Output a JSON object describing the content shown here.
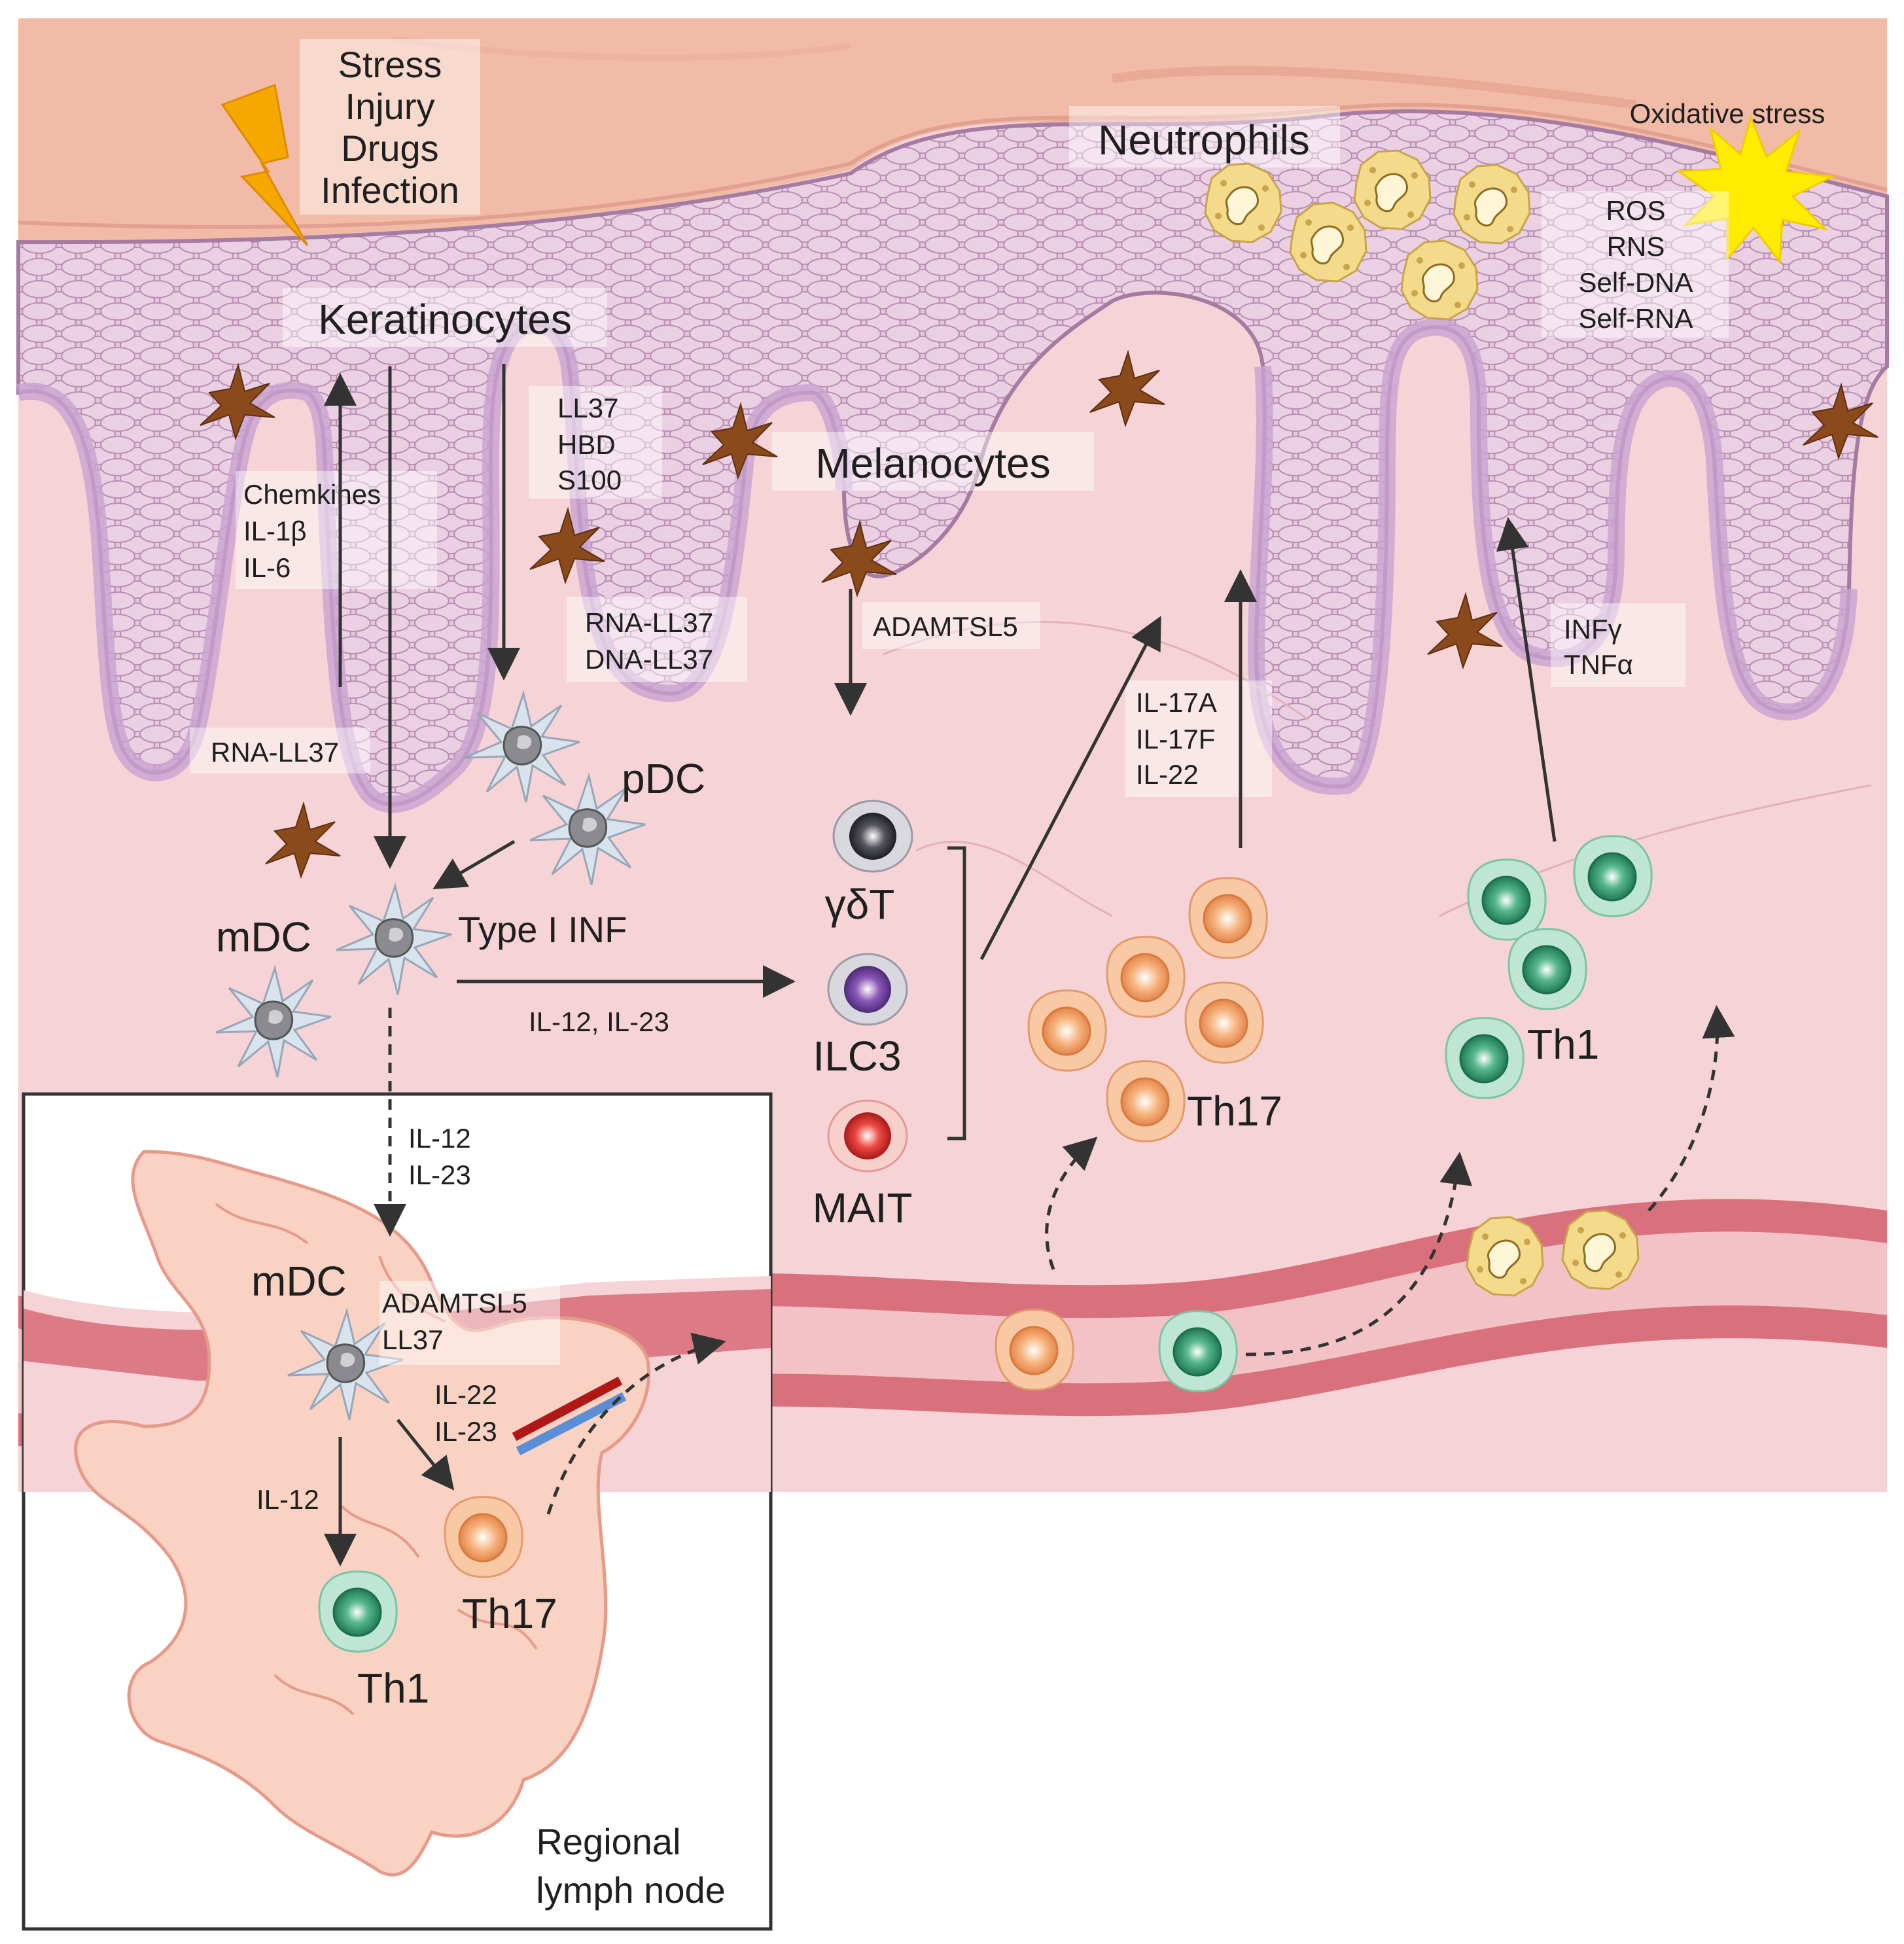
{
  "triggers": [
    "Stress",
    "Injury",
    "Drugs",
    "Infection"
  ],
  "oxidative": {
    "title": "Oxidative  stress",
    "items": [
      "ROS",
      "RNS",
      "Self-DNA",
      "Self-RNA"
    ]
  },
  "labels": {
    "neutrophils": "Neutrophils",
    "keratinocytes": "Keratinocytes",
    "melanocytes": "Melanocytes",
    "pdc": "pDC",
    "mdc": "mDC",
    "type1_inf": "Type I INF",
    "il12_il23": "IL-12, IL-23",
    "gdt": "γδT",
    "ilc3": "ILC3",
    "mait": "MAIT",
    "th17": "Th17",
    "th1": "Th1",
    "adamtsl5": "ADAMTSL5",
    "rna_ll37": "RNA-LL37"
  },
  "chemokines": [
    "Chemkines",
    "IL-1β",
    "IL-6"
  ],
  "amps": [
    "LL37",
    "HBD",
    "S100"
  ],
  "complexes": [
    "RNA-LL37",
    "DNA-LL37"
  ],
  "il17": [
    "IL-17A",
    "IL-17F",
    "IL-22"
  ],
  "th1_cytokines": [
    "INFγ",
    "TNFα"
  ],
  "lymph_node": {
    "title": [
      "Regional",
      "lymph node"
    ],
    "il12_il23": [
      "IL-12",
      "IL-23"
    ],
    "mdc": "mDC",
    "antigens": [
      "ADAMTSL5",
      "LL37"
    ],
    "il22_il23": [
      "IL-22",
      "IL-23"
    ],
    "il12": "IL-12",
    "th17": "Th17",
    "th1": "Th1"
  },
  "colors": {
    "stratum_corneum": "#f0b7a2",
    "epidermis": "#e8c4da",
    "dermis": "#f6d3d6",
    "basal_cell": "#c9a2d1",
    "melanocyte": "#8a4a1c",
    "vessel": "#d9717c",
    "lymph_node": "#f9d2c3",
    "th17": "#f0a46f",
    "th1": "#3fa27a",
    "neutrophil": "#f2d17a",
    "gdt": "#3c3c44",
    "ilc3": "#7b4aa6",
    "mait": "#e0403b",
    "lightning": "#f5a800",
    "star": "#ffec00",
    "tcr_red": "#b01818",
    "tcr_blue": "#5a8fd8"
  }
}
